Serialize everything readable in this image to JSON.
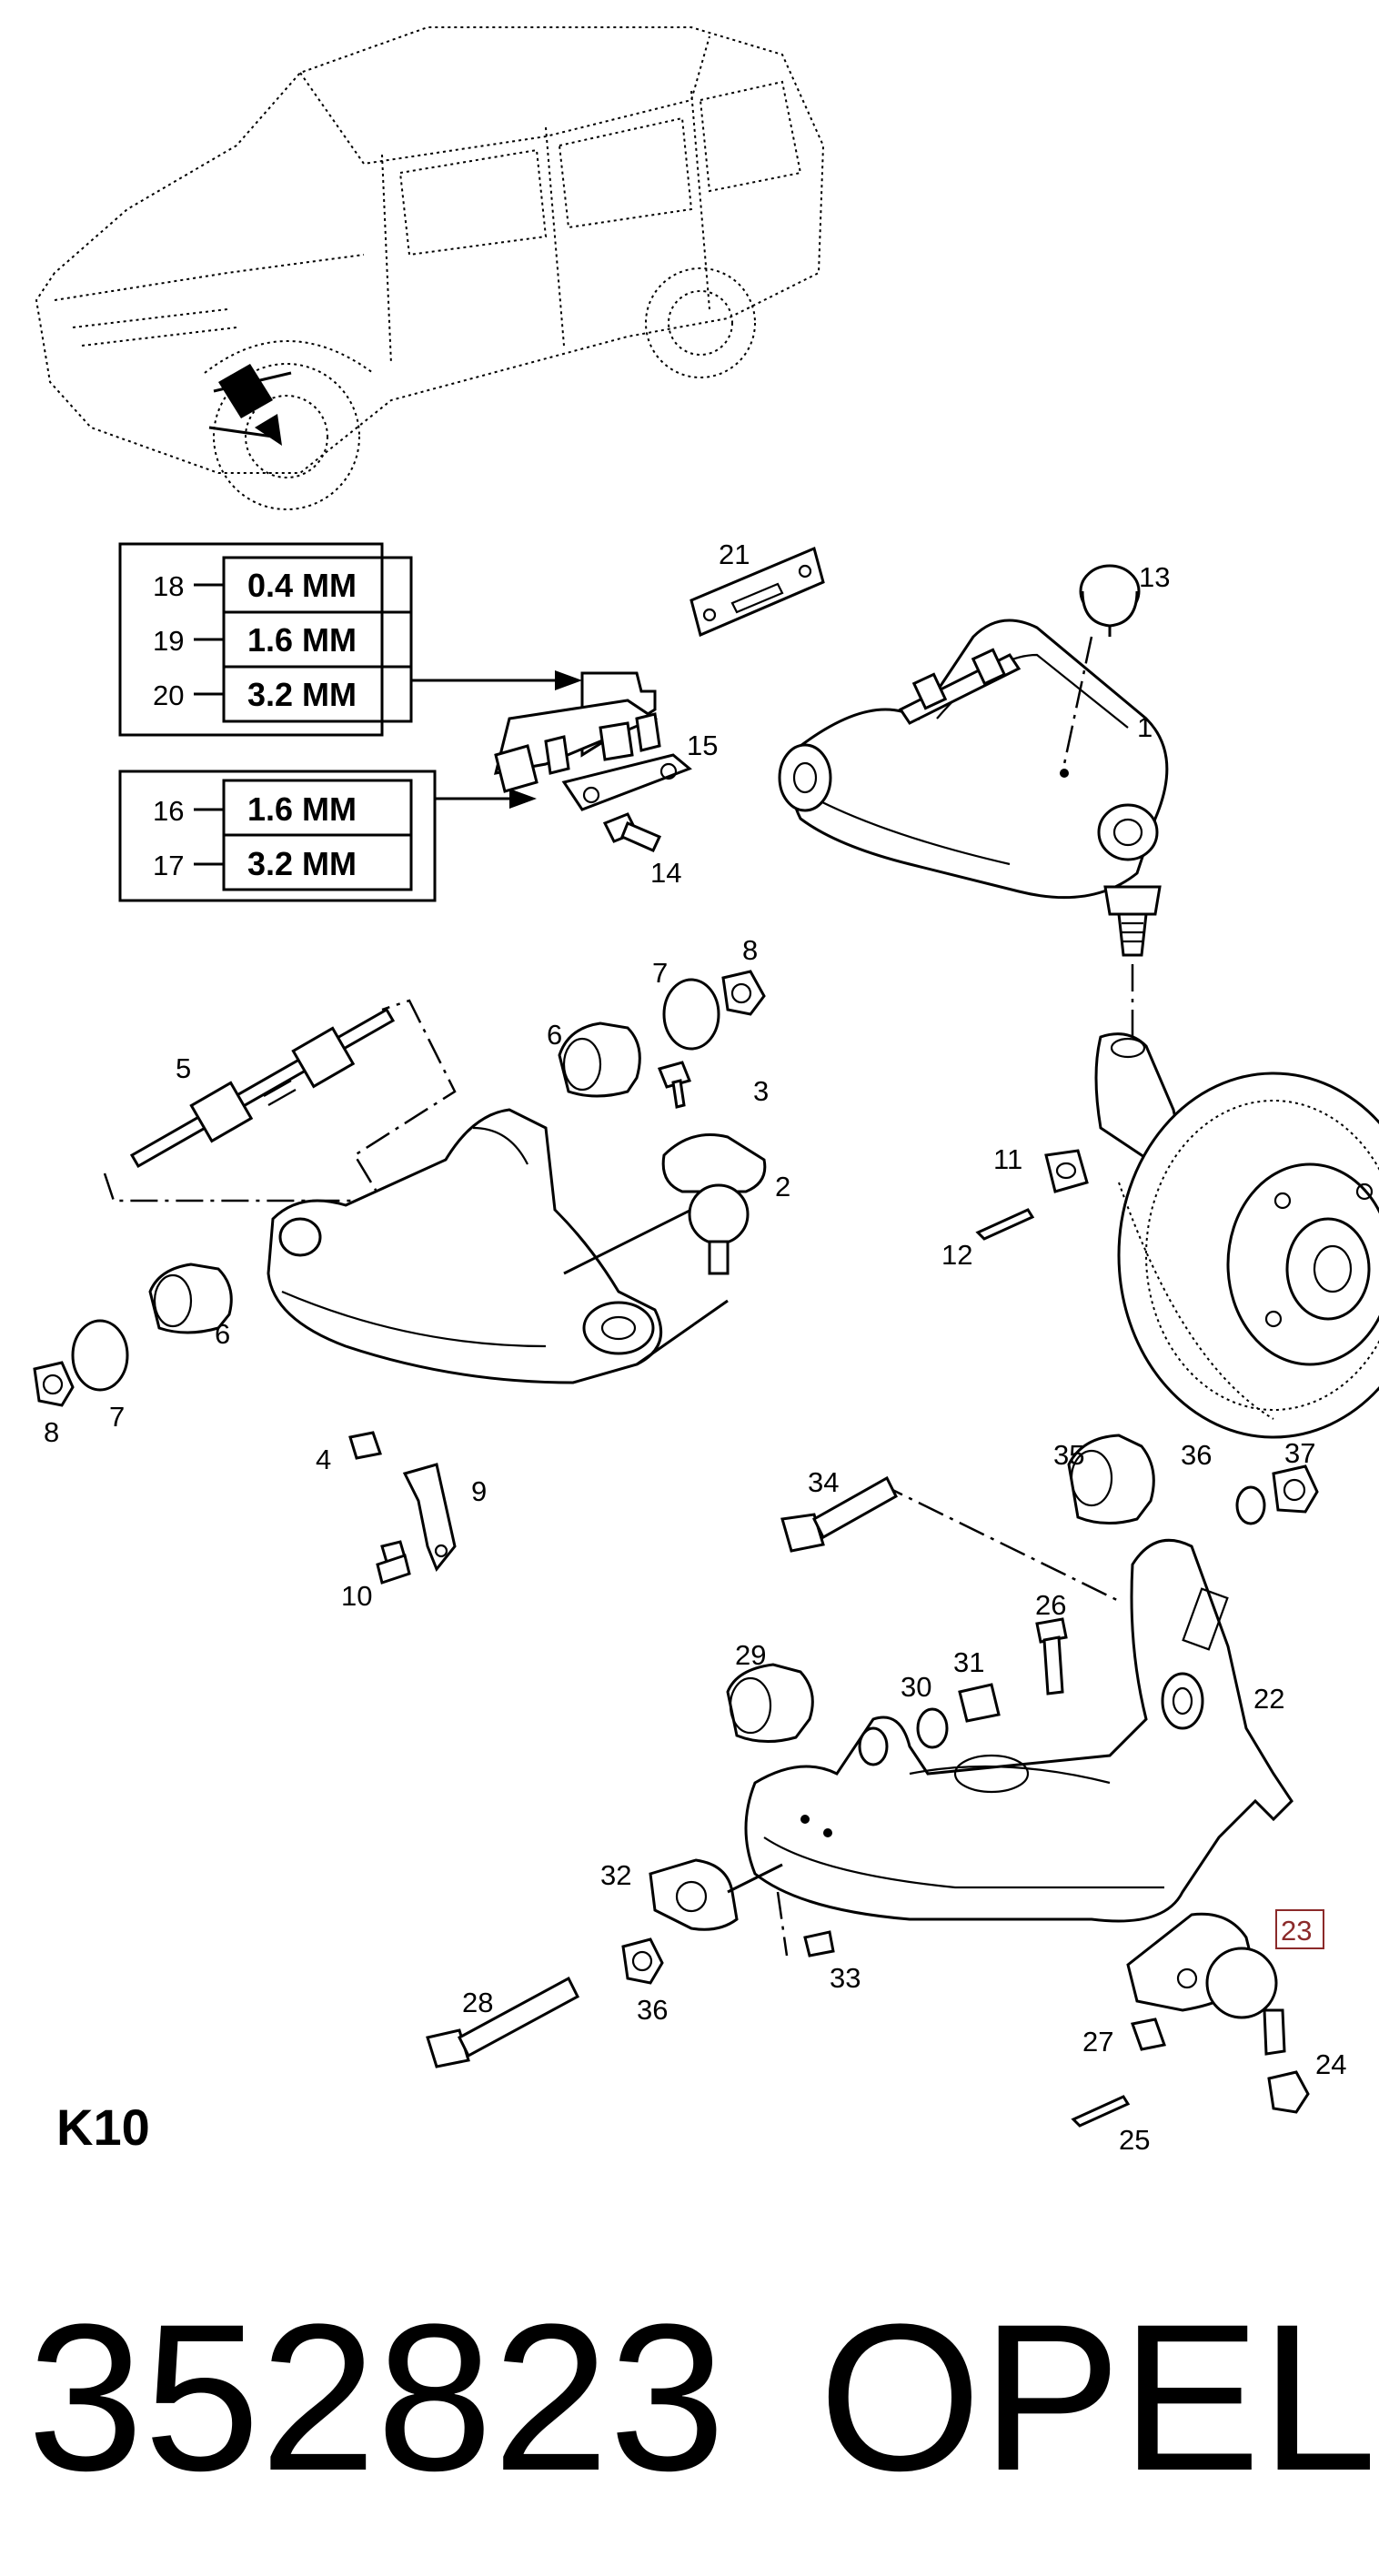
{
  "callouts": [
    {
      "id": "c1",
      "text": "1"
    },
    {
      "id": "c2",
      "text": "2"
    },
    {
      "id": "c3",
      "text": "3"
    },
    {
      "id": "c4",
      "text": "4"
    },
    {
      "id": "c5",
      "text": "5"
    },
    {
      "id": "c6a",
      "text": "6"
    },
    {
      "id": "c6b",
      "text": "6"
    },
    {
      "id": "c7a",
      "text": "7"
    },
    {
      "id": "c7b",
      "text": "7"
    },
    {
      "id": "c8a",
      "text": "8"
    },
    {
      "id": "c8b",
      "text": "8"
    },
    {
      "id": "c9",
      "text": "9"
    },
    {
      "id": "c10",
      "text": "10"
    },
    {
      "id": "c11",
      "text": "11"
    },
    {
      "id": "c12",
      "text": "12"
    },
    {
      "id": "c13",
      "text": "13"
    },
    {
      "id": "c14",
      "text": "14"
    },
    {
      "id": "c15",
      "text": "15"
    },
    {
      "id": "c21",
      "text": "21"
    },
    {
      "id": "c22",
      "text": "22"
    },
    {
      "id": "c23",
      "text": "23"
    },
    {
      "id": "c24",
      "text": "24"
    },
    {
      "id": "c25",
      "text": "25"
    },
    {
      "id": "c26",
      "text": "26"
    },
    {
      "id": "c27",
      "text": "27"
    },
    {
      "id": "c28",
      "text": "28"
    },
    {
      "id": "c29",
      "text": "29"
    },
    {
      "id": "c30",
      "text": "30"
    },
    {
      "id": "c31",
      "text": "31"
    },
    {
      "id": "c32",
      "text": "32"
    },
    {
      "id": "c33",
      "text": "33"
    },
    {
      "id": "c34",
      "text": "34"
    },
    {
      "id": "c35",
      "text": "35"
    },
    {
      "id": "c36a",
      "text": "36"
    },
    {
      "id": "c36b",
      "text": "36"
    },
    {
      "id": "c37",
      "text": "37"
    }
  ],
  "shim_table_upper": [
    {
      "ref": "18",
      "size": "0.4  MM"
    },
    {
      "ref": "19",
      "size": "1.6  MM"
    },
    {
      "ref": "20",
      "size": "3.2  MM"
    }
  ],
  "shim_table_lower": [
    {
      "ref": "16",
      "size": "1.6  MM"
    },
    {
      "ref": "17",
      "size": "3.2  MM"
    }
  ],
  "section_code": "K10",
  "part_number": "352823",
  "brand": "OPEL",
  "highlight_color": "#8b2a2a"
}
